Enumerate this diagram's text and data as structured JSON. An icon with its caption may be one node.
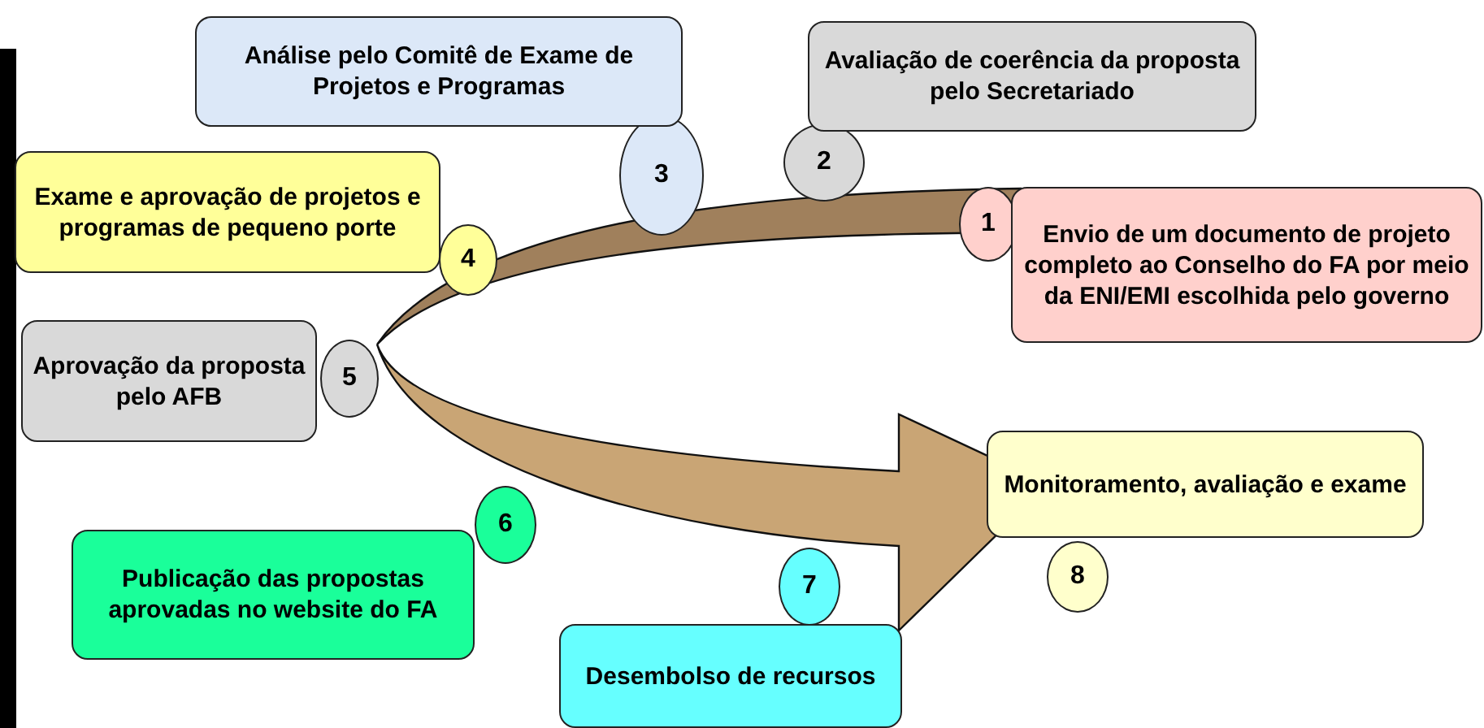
{
  "diagram": {
    "nodes": [
      {
        "text": [
          "1"
        ]
      },
      {
        "text": [
          "Envio de um documento de projeto completo ao Conselho do FA por meio da ENI/EMI escolhida pelo governo"
        ]
      },
      {
        "text": [
          "2"
        ]
      },
      {
        "text": [
          "Avaliação de coerência da proposta pelo Secretariado"
        ]
      },
      {
        "text": [
          "3"
        ]
      },
      {
        "text": [
          "Análise pelo Comitê de Exame de Projetos e Programas"
        ]
      },
      {
        "text": [
          "4"
        ]
      },
      {
        "text": [
          "Exame e aprovação de projetos e programas de pequeno porte"
        ]
      },
      {
        "text": [
          "5"
        ]
      },
      {
        "text": [
          "Aprovação da proposta pelo AFB"
        ]
      },
      {
        "text": [
          "6"
        ]
      },
      {
        "text": [
          "Publicação das propostas aprovadas no website do FA"
        ]
      },
      {
        "text": [
          "7"
        ]
      },
      {
        "text": [
          "Desembolso de recursos"
        ]
      },
      {
        "text": [
          "8"
        ]
      },
      {
        "text": [
          "Monitoramento, avaliação e exame"
        ]
      }
    ]
  }
}
